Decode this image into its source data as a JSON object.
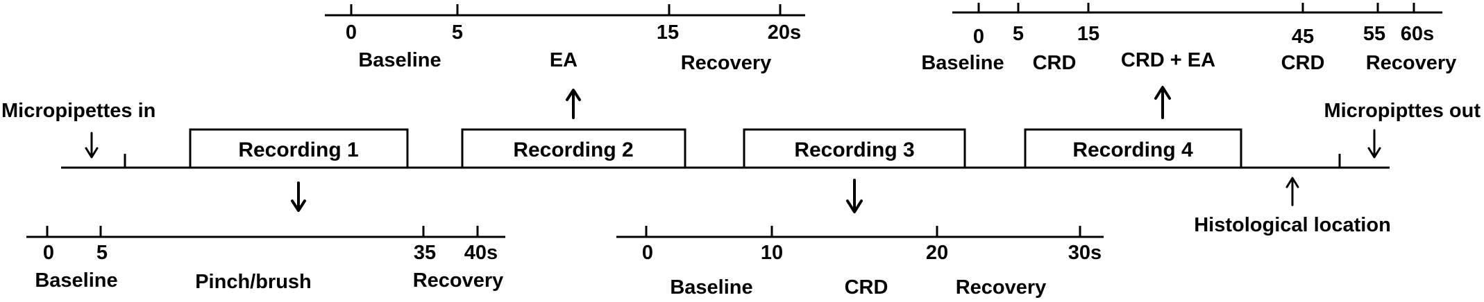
{
  "main_timeline": {
    "start_note": "Micropipettes in",
    "end_note": "Micropipttes out",
    "histology_note": "Histological location",
    "recordings": [
      "Recording 1",
      "Recording 2",
      "Recording 3",
      "Recording 4"
    ]
  },
  "recording1_protocol": {
    "ticks": [
      "0",
      "5",
      "35",
      "40s"
    ],
    "phases": [
      "Baseline",
      "Pinch/brush",
      "Recovery"
    ]
  },
  "recording2_protocol": {
    "ticks": [
      "0",
      "5",
      "15",
      "20s"
    ],
    "phases": [
      "Baseline",
      "EA",
      "Recovery"
    ]
  },
  "recording3_protocol": {
    "ticks": [
      "0",
      "10",
      "20",
      "30s"
    ],
    "phases": [
      "Baseline",
      "CRD",
      "Recovery"
    ]
  },
  "recording4_protocol": {
    "ticks": [
      "0",
      "5",
      "15",
      "45",
      "55",
      "60s"
    ],
    "phases": [
      "Baseline",
      "CRD",
      "CRD + EA",
      "CRD",
      "Recovery"
    ]
  }
}
